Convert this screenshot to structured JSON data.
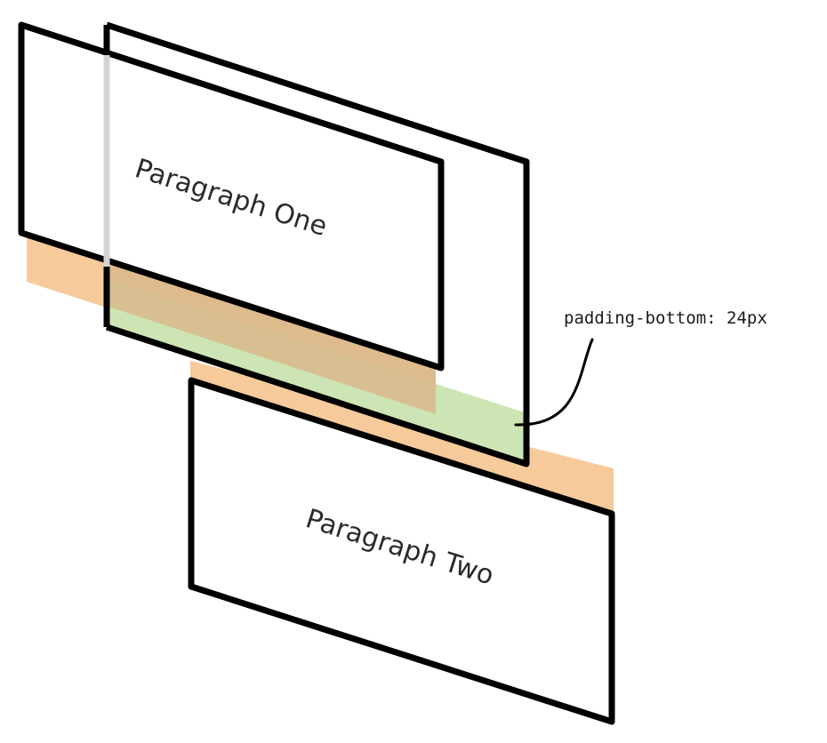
{
  "paragraphs": {
    "one": {
      "label": "Paragraph One"
    },
    "two": {
      "label": "Paragraph Two"
    }
  },
  "annotation": {
    "label": "padding-bottom: 24px"
  },
  "colors": {
    "margin": "#f6ca9a",
    "padding": "#cde5b4",
    "outline": "#000000",
    "ghost_edge": "#d4d4d4",
    "text": "#2b2b2b"
  }
}
